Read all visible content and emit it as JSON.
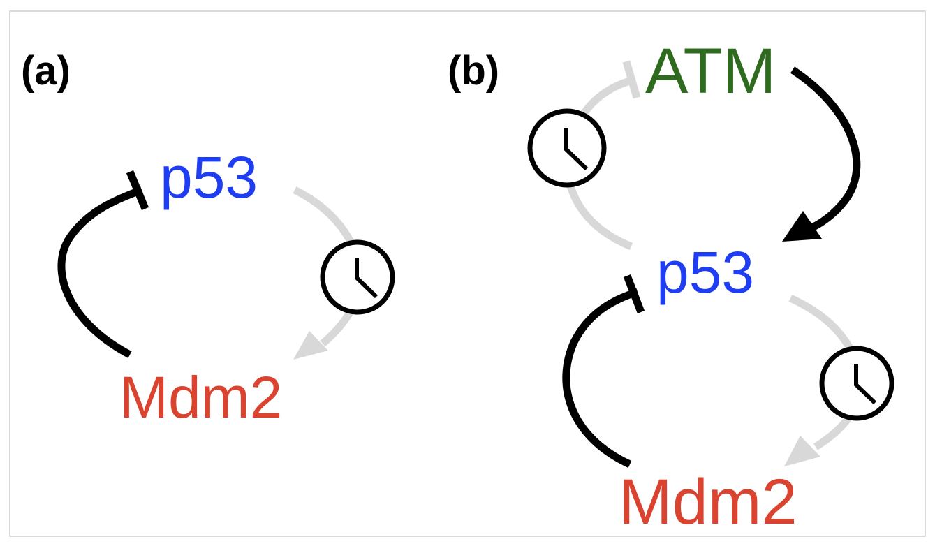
{
  "colors": {
    "p53": "#1f3df2",
    "mdm2": "#d9432f",
    "atm": "#2e6b1e",
    "activation": "#000000",
    "delay_path": "#d8d8d8",
    "label": "#000000"
  },
  "panel_a": {
    "label": "(a)",
    "nodes": {
      "p53": "p53",
      "mdm2": "Mdm2"
    },
    "edges": [
      {
        "from": "p53",
        "to": "Mdm2",
        "type": "activation",
        "delayed": true
      },
      {
        "from": "Mdm2",
        "to": "p53",
        "type": "inhibition",
        "delayed": false
      }
    ],
    "icons": [
      "clock-icon"
    ]
  },
  "panel_b": {
    "label": "(b)",
    "nodes": {
      "atm": "ATM",
      "p53": "p53",
      "mdm2": "Mdm2"
    },
    "edges": [
      {
        "from": "ATM",
        "to": "p53",
        "type": "activation",
        "delayed": false
      },
      {
        "from": "p53",
        "to": "ATM",
        "type": "inhibition",
        "delayed": true
      },
      {
        "from": "p53",
        "to": "Mdm2",
        "type": "activation",
        "delayed": true
      },
      {
        "from": "Mdm2",
        "to": "p53",
        "type": "inhibition",
        "delayed": false
      }
    ],
    "icons": [
      "clock-icon",
      "clock-icon"
    ]
  }
}
